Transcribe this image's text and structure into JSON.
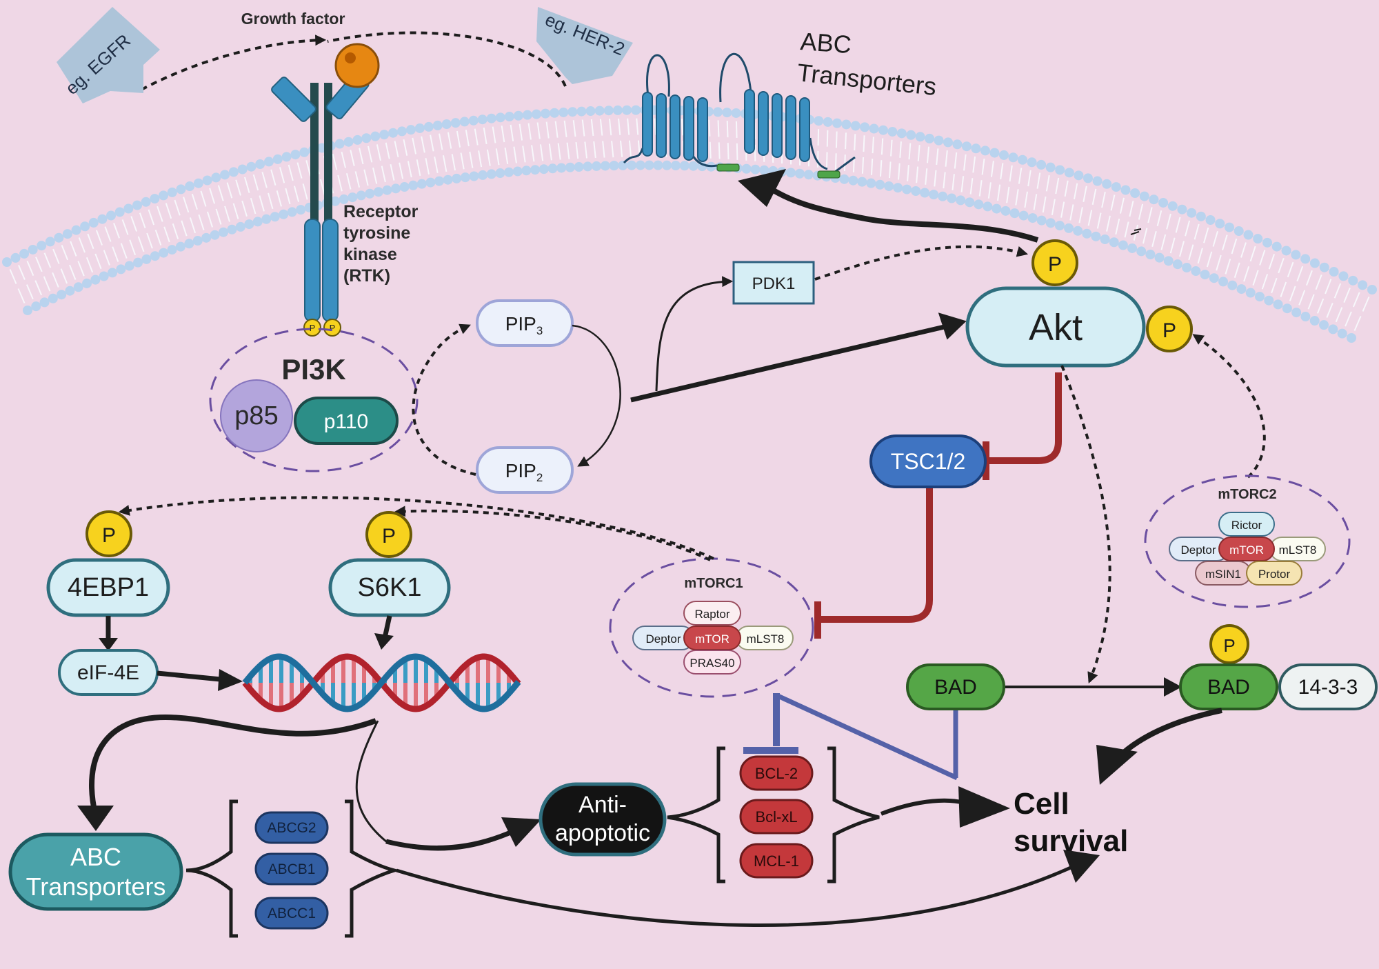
{
  "colors": {
    "background": "#efd7e6",
    "membrane_head": "#b9d3ee",
    "receptor_blue": "#3a8fc0",
    "phospho_yellow": "#f7d21e",
    "akt_fill": "#d6eef5",
    "akt_stroke": "#2f6e7e",
    "inhibit_red": "#9e2a2b",
    "inhibit_blue": "#5461a8",
    "bad_green": "#55a647",
    "abc_teal": "#4aa2a9",
    "abc_dark_blue": "#335fa4",
    "bcl_red": "#c4383b",
    "tsc_blue": "#3f74c2",
    "pi3k_purple": "#b3a5dc",
    "p110_teal": "#2c8e87",
    "mtor_red": "#c8474b",
    "dna_red": "#b1222c",
    "dna_blue": "#1f6e9d"
  },
  "labels": {
    "growth_factor": "Growth factor",
    "egfr": "eg. EGFR",
    "her2": "eg. HER-2",
    "abc_top_line1": "ABC",
    "abc_top_line2": "Transporters",
    "rtk_line1": "Receptor",
    "rtk_line2": "tyrosine",
    "rtk_line3": "kinase",
    "rtk_line4": "(RTK)",
    "p": "P",
    "pi3k": "PI3K",
    "p85": "p85",
    "p110": "p110",
    "pip3_base": "PIP",
    "pip3_sub": "3",
    "pip2_base": "PIP",
    "pip2_sub": "2",
    "pdk1": "PDK1",
    "akt": "Akt",
    "tsc": "TSC1/2",
    "mtorc2": "mTORC2",
    "mtorc1": "mTORC1",
    "rictor": "Rictor",
    "deptor": "Deptor",
    "mtor": "mTOR",
    "mlst8": "mLST8",
    "msin1": "mSIN1",
    "protor": "Protor",
    "raptor": "Raptor",
    "pras40": "PRAS40",
    "ebp1": "4EBP1",
    "s6k1": "S6K1",
    "eif4e": "eIF-4E",
    "bad": "BAD",
    "p1433": "14-3-3",
    "cell_survival_1": "Cell",
    "cell_survival_2": "survival",
    "anti_1": "Anti-",
    "anti_2": "apoptotic",
    "bcl2": "BCL-2",
    "bclxl": "Bcl-xL",
    "mcl1": "MCL-1",
    "abc_bottom_1": "ABC",
    "abc_bottom_2": "Transporters",
    "abcg2": "ABCG2",
    "abcb1": "ABCB1",
    "abcc1": "ABCC1"
  }
}
